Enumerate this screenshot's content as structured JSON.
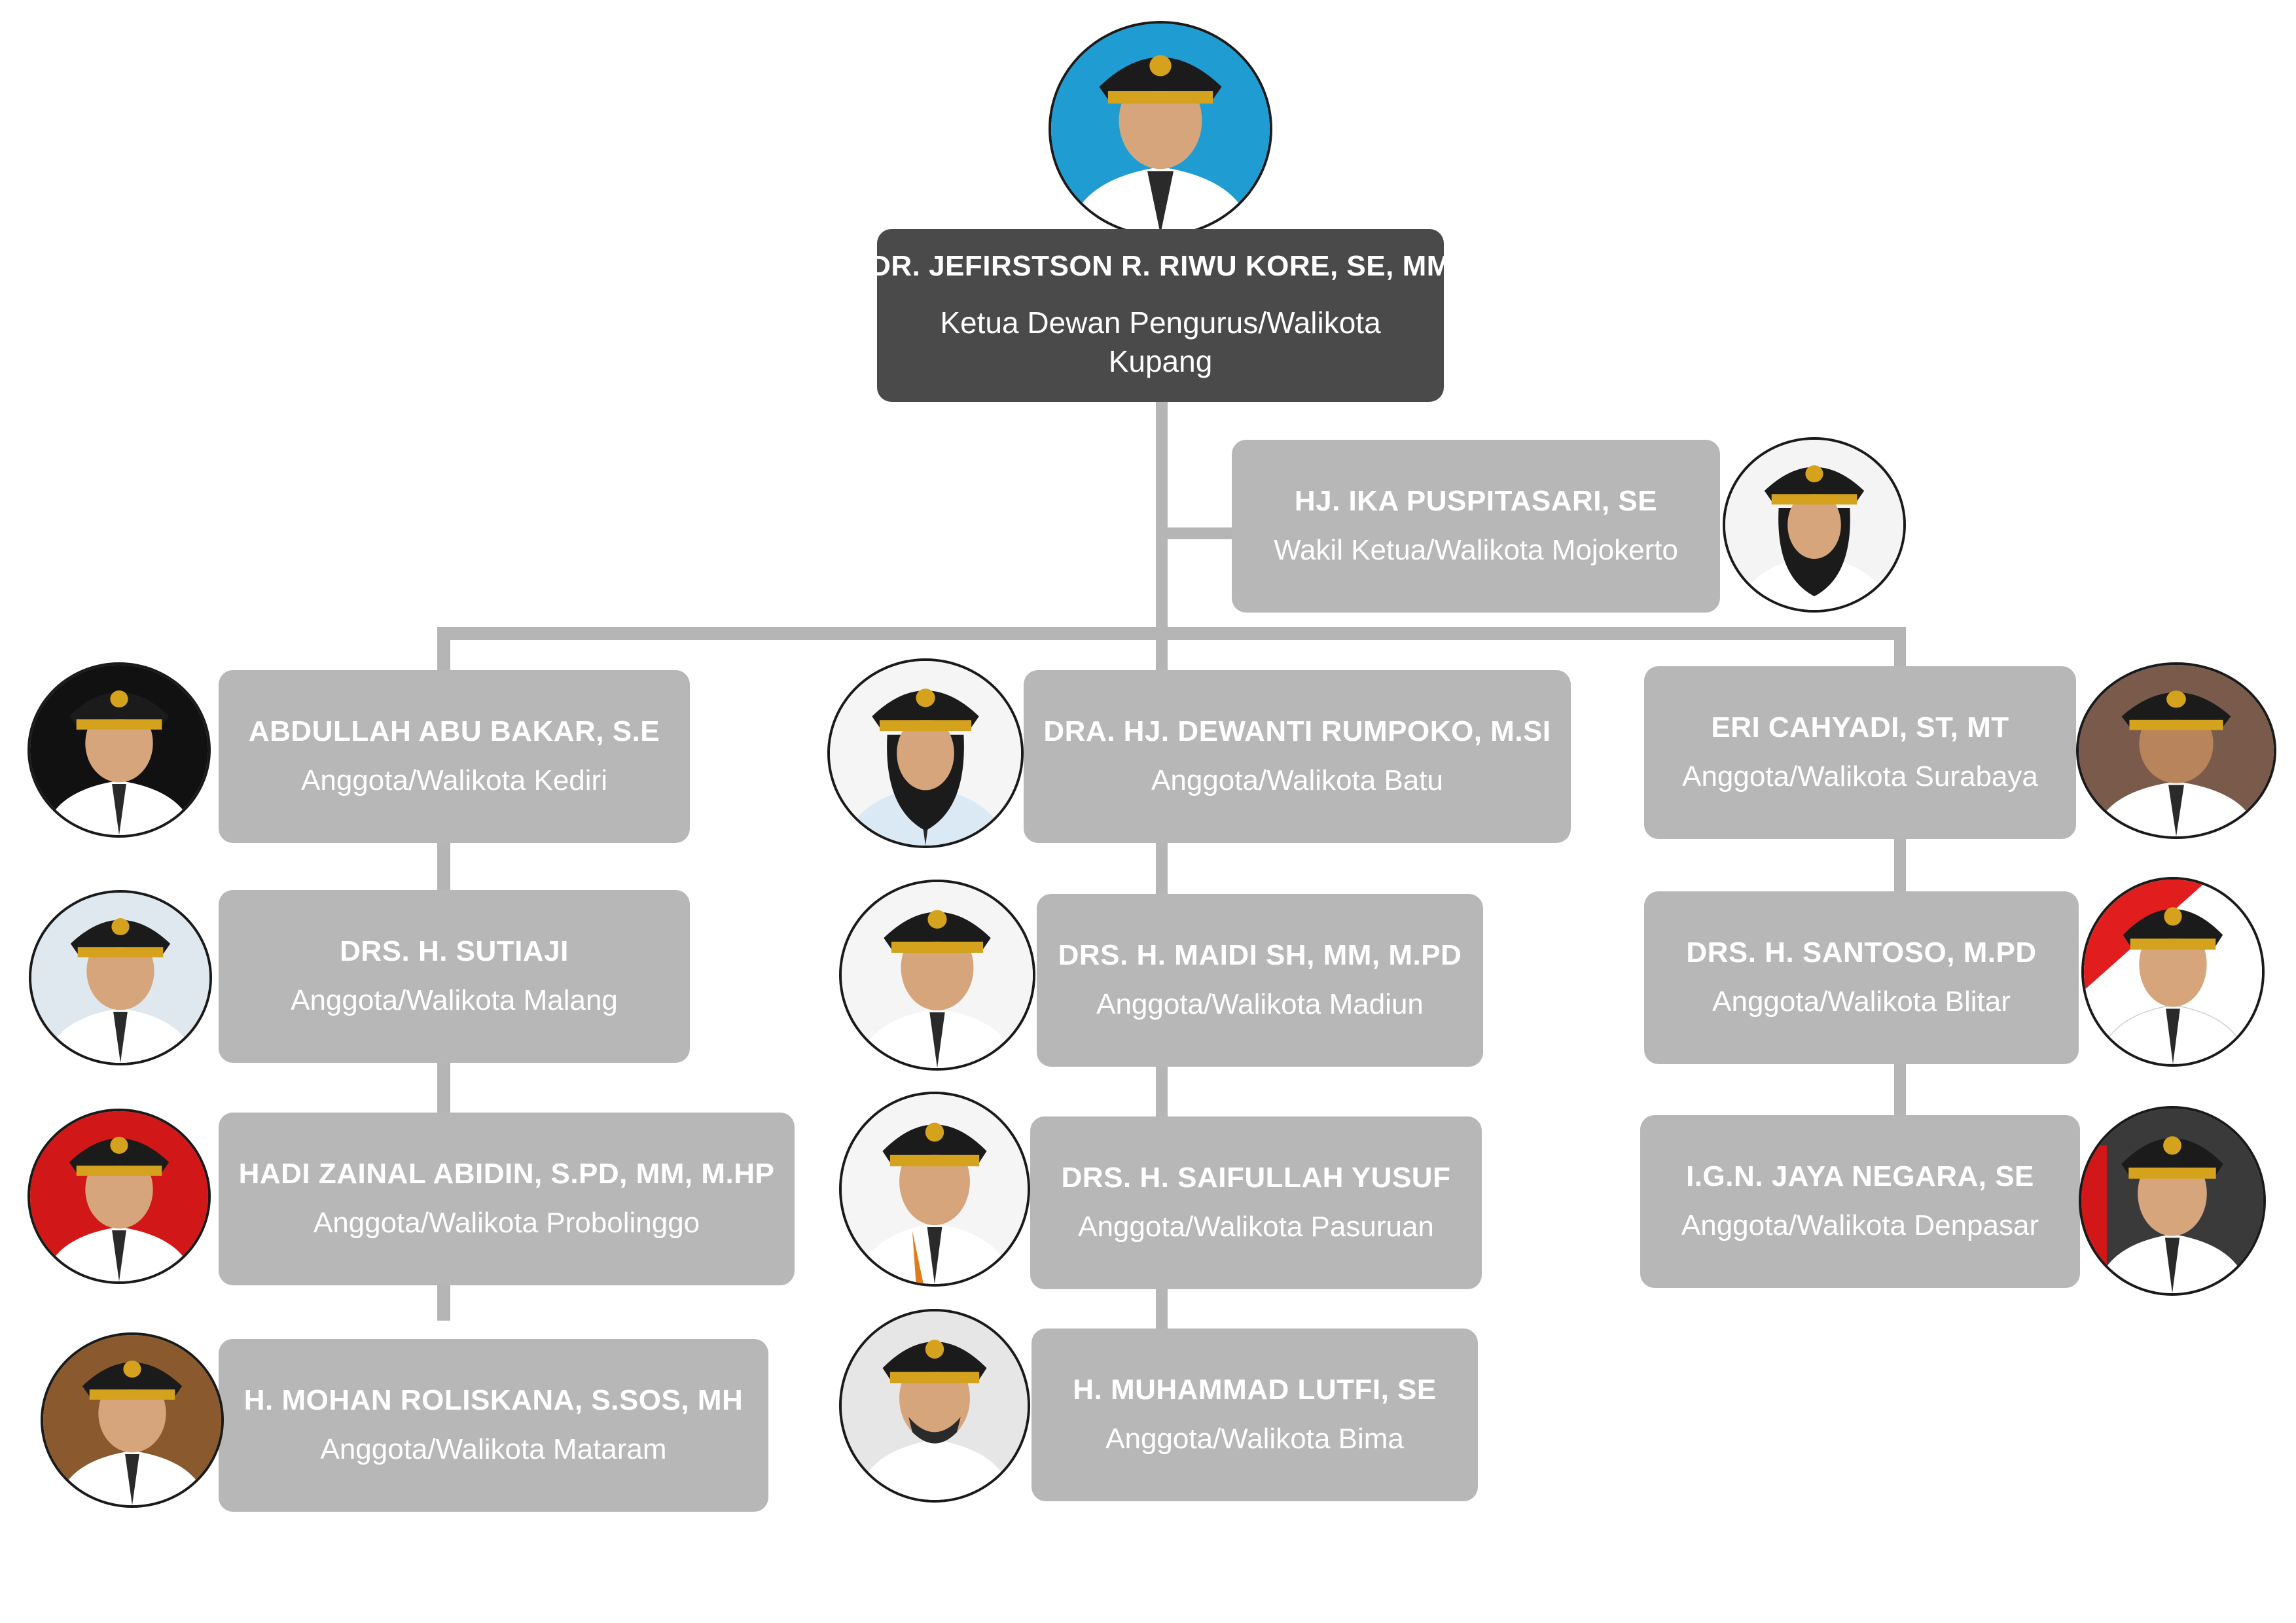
{
  "chair": {
    "name": "DR. JEFIRSTSON R. RIWU KORE, SE, MM",
    "role": "Ketua Dewan Pengurus/Walikota Kupang",
    "bg": "#1f9dd3"
  },
  "vice": {
    "name": "HJ. IKA PUSPITASARI, SE",
    "role": "Wakil Ketua/Walikota Mojokerto",
    "bg": "#f4f4f4"
  },
  "columns": [
    [
      {
        "name": "ABDULLAH ABU BAKAR, S.E",
        "role": "Anggota/Walikota Kediri",
        "bg": "#111111"
      },
      {
        "name": "DRS. H. SUTIAJI",
        "role": "Anggota/Walikota Malang",
        "bg": "#dfe8ef"
      },
      {
        "name": "HADI ZAINAL ABIDIN, S.PD, MM, M.HP",
        "role": "Anggota/Walikota Probolinggo",
        "bg": "#d11717"
      },
      {
        "name": "H. MOHAN ROLISKANA, S.SOS, MH",
        "role": "Anggota/Walikota Mataram",
        "bg": "#8a5a2e"
      }
    ],
    [
      {
        "name": "DRA. HJ. DEWANTI RUMPOKO, M.SI",
        "role": "Anggota/Walikota Batu",
        "bg": "#f5f5f5"
      },
      {
        "name": "DRS. H. MAIDI SH, MM, M.PD",
        "role": "Anggota/Walikota Madiun",
        "bg": "#f5f5f5"
      },
      {
        "name": "DRS. H. SAIFULLAH YUSUF",
        "role": "Anggota/Walikota Pasuruan",
        "bg": "#f5f5f5"
      },
      {
        "name": "H. MUHAMMAD LUTFI, SE",
        "role": "Anggota/Walikota Bima",
        "bg": "#e6e6e6"
      }
    ],
    [
      {
        "name": "ERI CAHYADI, ST, MT",
        "role": "Anggota/Walikota Surabaya",
        "bg": "#7a5a4a"
      },
      {
        "name": "DRS. H. SANTOSO, M.PD",
        "role": "Anggota/Walikota Blitar",
        "bg": "#e11d1d"
      },
      {
        "name": "I.G.N. JAYA NEGARA, SE",
        "role": "Anggota/Walikota Denpasar",
        "bg": "#3a3a3a"
      }
    ]
  ],
  "colors": {
    "box": "#b7b7b7",
    "chair_box": "#4a4a4a",
    "connector": "#b5b5b5",
    "cap": "#1b1b1b",
    "cap_band": "#d4a21c",
    "face": "#d7a57c",
    "uniform": "#ffffff"
  }
}
